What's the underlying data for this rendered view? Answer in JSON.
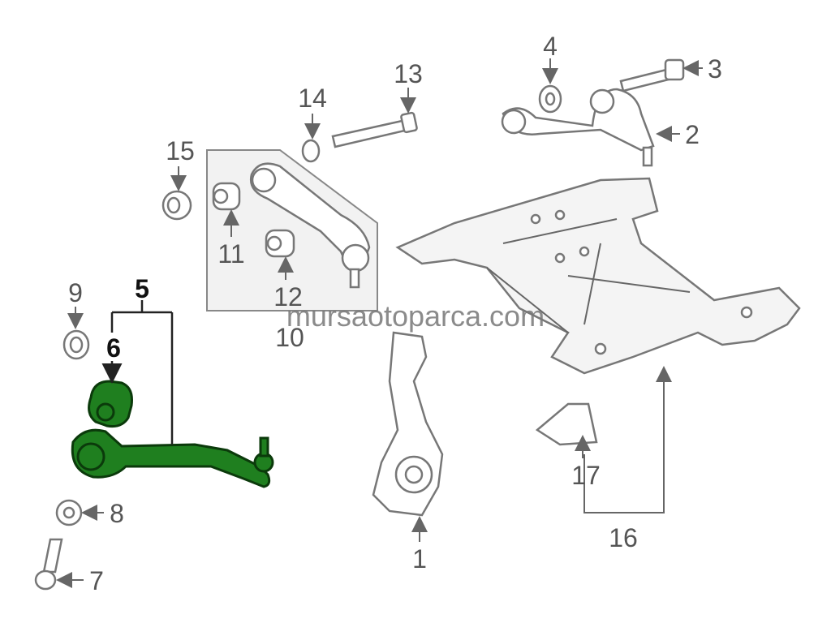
{
  "watermark": "mursaotoparca.com",
  "callouts": {
    "c1": "1",
    "c2": "2",
    "c3": "3",
    "c4": "4",
    "c5": "5",
    "c6": "6",
    "c7": "7",
    "c8": "8",
    "c9": "9",
    "c10": "10",
    "c11": "11",
    "c12": "12",
    "c13": "13",
    "c14": "14",
    "c15": "15",
    "c16": "16",
    "c17": "17"
  },
  "colors": {
    "highlight": "#1f7f1f",
    "line": "#777777",
    "label": "#555555"
  }
}
